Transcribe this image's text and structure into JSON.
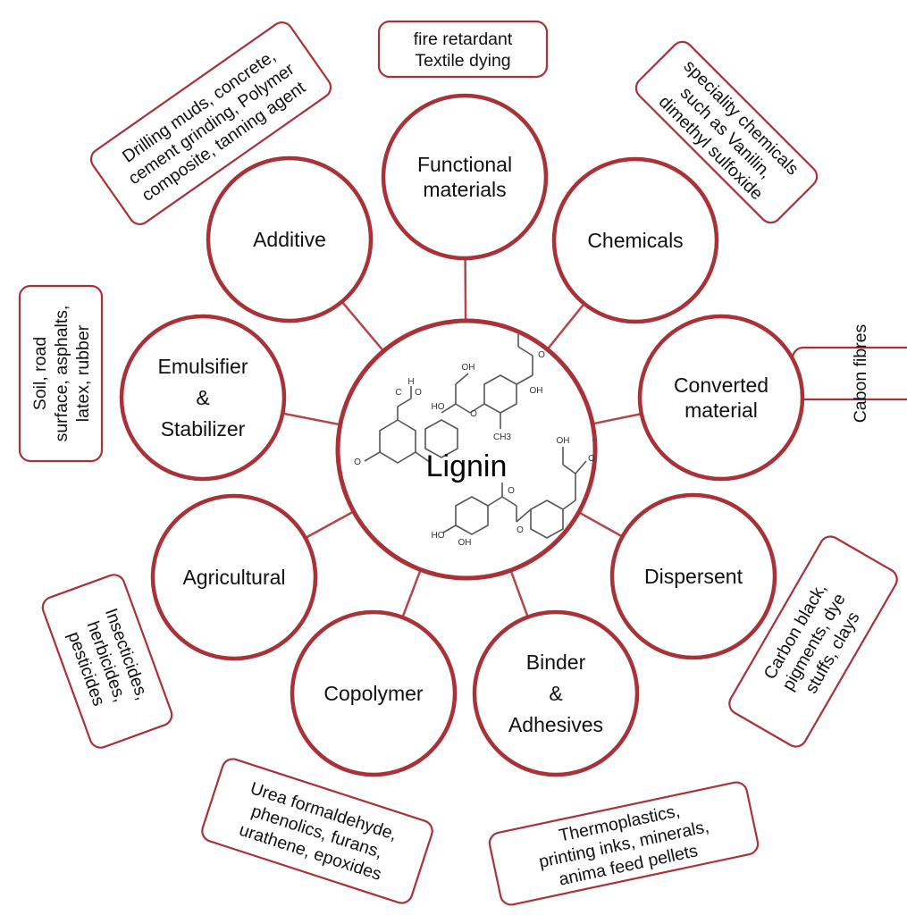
{
  "diagram": {
    "title": "Lignin applications",
    "center": {
      "label": "Lignin"
    },
    "molecule_labels": [
      "H",
      "C",
      "O",
      "OH",
      "HO",
      "O",
      "CH3",
      "OH",
      "O",
      "O",
      "OH",
      "O",
      "HO",
      "O",
      "OH",
      "O"
    ],
    "categories": [
      {
        "id": "functional-materials",
        "lines": [
          "Functional",
          "materials"
        ]
      },
      {
        "id": "chemicals",
        "lines": [
          "Chemicals"
        ]
      },
      {
        "id": "converted-material",
        "lines": [
          "Converted",
          "material"
        ]
      },
      {
        "id": "dispersent",
        "lines": [
          "Dispersent"
        ]
      },
      {
        "id": "binder-adhesives",
        "lines": [
          "Binder",
          "&",
          "Adhesives"
        ]
      },
      {
        "id": "copolymer",
        "lines": [
          "Copolymer"
        ]
      },
      {
        "id": "agricultural",
        "lines": [
          "Agricultural"
        ]
      },
      {
        "id": "emulsifier-stabilizer",
        "lines": [
          "Emulsifier",
          "&",
          "Stabilizer"
        ]
      },
      {
        "id": "additive",
        "lines": [
          "Additive"
        ]
      }
    ],
    "examples": [
      {
        "id": "functional-materials",
        "lines": [
          "fire retardant",
          "Textile dying"
        ]
      },
      {
        "id": "chemicals",
        "lines": [
          "speciality chemicals",
          "such as Vanilin,",
          "dimethyl sulfoxide"
        ]
      },
      {
        "id": "converted-material",
        "lines": [
          "Cabon fibres"
        ]
      },
      {
        "id": "dispersent",
        "lines": [
          "Carbon black,",
          "pigments, dye",
          "stuffs, clays"
        ]
      },
      {
        "id": "binder-adhesives",
        "lines": [
          "Thermoplastics,",
          "printing inks, minerals,",
          "anima feed pellets"
        ]
      },
      {
        "id": "copolymer",
        "lines": [
          "Urea formaldehyde,",
          "phenolics, furans,",
          "urathene, epoxides"
        ]
      },
      {
        "id": "agricultural",
        "lines": [
          "Insecticides,",
          "herbicides,",
          "pesticides"
        ]
      },
      {
        "id": "emulsifier-stabilizer",
        "lines": [
          "Soil, road",
          "surface, asphalts,",
          "latex, rubber"
        ]
      },
      {
        "id": "additive",
        "lines": [
          "Drilling muds, concrete,",
          "cement grinding, Polymer",
          "composite, tanning agent"
        ]
      }
    ]
  }
}
